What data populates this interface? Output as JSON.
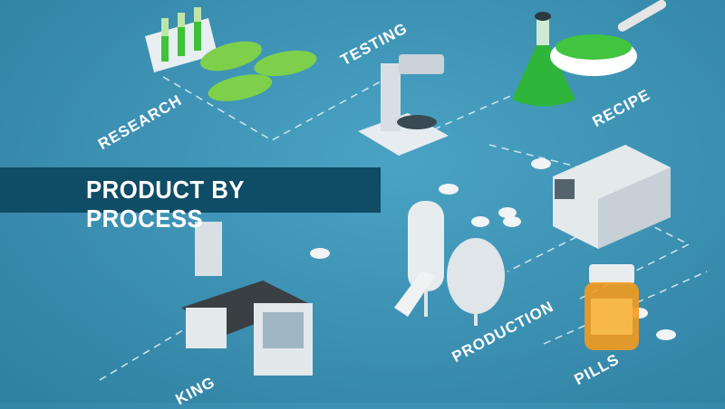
{
  "banner": {
    "title": "PRODUCT BY PROCESS"
  },
  "labels": {
    "research": "RESEARCH",
    "testing": "TESTING",
    "recipe": "RECIPE",
    "production": "PRODUCTION",
    "pills": "PILLS",
    "packing": "KING"
  },
  "colors": {
    "background": "#3b8fb1",
    "banner": "#0f4c66",
    "leaf": "#7ed04b",
    "liquid": "#2fb53a",
    "pill_bottle": "#f39a1d"
  }
}
